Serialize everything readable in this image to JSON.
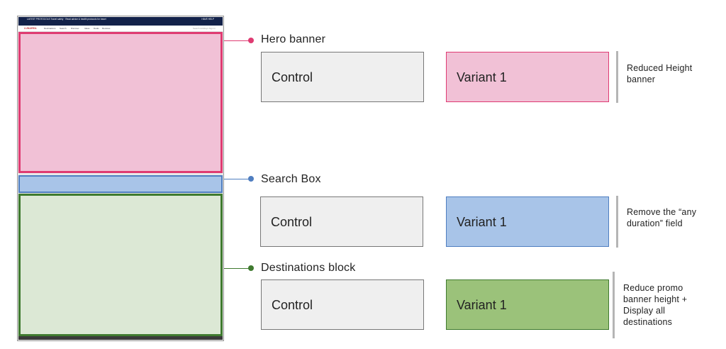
{
  "mockup": {
    "topbar_left": "LATEST PROTOCOLS Travel safely · Read advice & health protocols for travel",
    "topbar_right": "HAVE HELP",
    "logo": "LUNAREA",
    "nav": [
      "Destinations",
      "Search",
      "Discover",
      "Ideas",
      "Deals",
      "Reviews"
    ],
    "nav_right": "Search Holidays   Sign In"
  },
  "colors": {
    "hero_fill": "#f1c1d6",
    "hero_border": "#df3b72",
    "search_fill": "#a8c4e8",
    "search_border": "#4f7ec0",
    "dest_fill": "#dce8d5",
    "dest_border": "#3f7a2f",
    "variant_hero_fill": "#f1c1d6",
    "variant_search_fill": "#a8c4e8",
    "variant_dest_fill": "#9bc27a"
  },
  "sections": [
    {
      "id": "hero",
      "title": "Hero banner",
      "control_label": "Control",
      "variant_label": "Variant 1",
      "note": [
        "Reduced Height",
        "banner"
      ]
    },
    {
      "id": "search",
      "title": "Search Box",
      "control_label": "Control",
      "variant_label": "Variant 1",
      "note": [
        "Remove the “any",
        "duration” field"
      ]
    },
    {
      "id": "dest",
      "title": "Destinations block",
      "control_label": "Control",
      "variant_label": "Variant 1",
      "note": [
        "Reduce promo",
        "banner height +",
        "Display all",
        "destinations"
      ]
    }
  ]
}
